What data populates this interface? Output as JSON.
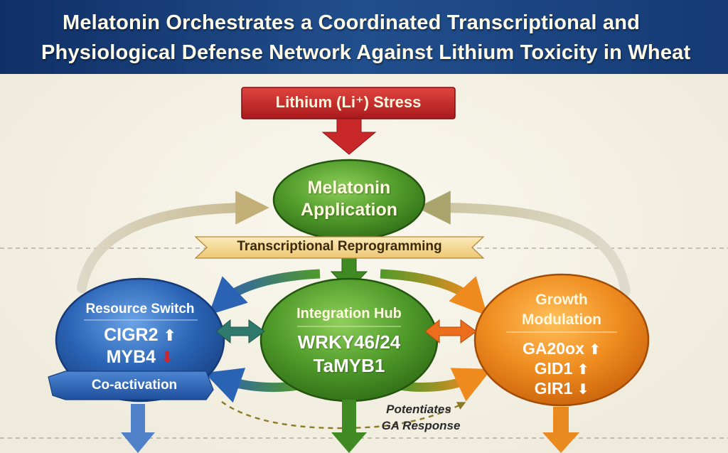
{
  "title": {
    "line1": "Melatonin Orchestrates a Coordinated Transcriptional and",
    "line2": "Physiological Defense Network Against Lithium Toxicity in Wheat"
  },
  "stress_box": {
    "label": "Lithium (Li⁺) Stress"
  },
  "melatonin": {
    "line1": "Melatonin",
    "line2": "Application"
  },
  "banner": {
    "label": "Transcriptional Reprogramming"
  },
  "resource_switch": {
    "title": "Resource Switch",
    "gene1": "CIGR2",
    "gene1_dir": "up",
    "gene2": "MYB4",
    "gene2_dir": "down",
    "ribbon": "Co-activation"
  },
  "integration_hub": {
    "title": "Integration Hub",
    "line1": "WRKY46/24",
    "line2": "TaMYB1"
  },
  "growth_modulation": {
    "title_line1": "Growth",
    "title_line2": "Modulation",
    "gene1": "GA20ox",
    "gene1_dir": "up",
    "gene2": "GID1",
    "gene2_dir": "up",
    "gene3": "GIR1",
    "gene3_dir": "down"
  },
  "annotation": {
    "line1": "Potentiates",
    "line2": "GA Response"
  },
  "colors": {
    "header": "#1a3f78",
    "stress_red": "#c8282a",
    "green": "#4f9a2a",
    "blue": "#2a63b4",
    "orange": "#e98a1f",
    "banner": "#f6dd9c"
  }
}
